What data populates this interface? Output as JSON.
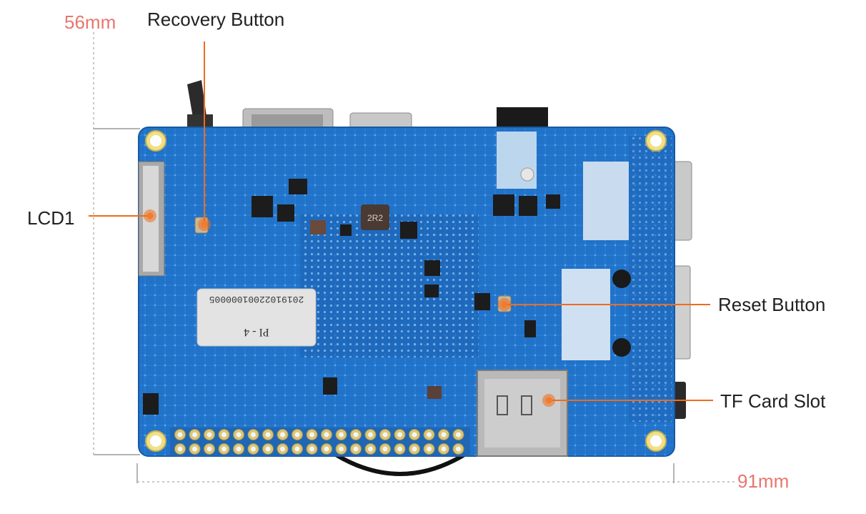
{
  "dimensions": {
    "height_label": "56mm",
    "width_label": "91mm",
    "color": "#e8766d"
  },
  "callouts": {
    "recovery": "Recovery Button",
    "lcd": "LCD1",
    "reset": "Reset Button",
    "tf_card": "TF Card Slot",
    "line_color": "#ef6b1c"
  },
  "board": {
    "serial_sticker": "20191022001000005",
    "model_sticker": "PI - 4",
    "inductor_mark": "2R2",
    "pcb_color": "#1f6fc4"
  }
}
